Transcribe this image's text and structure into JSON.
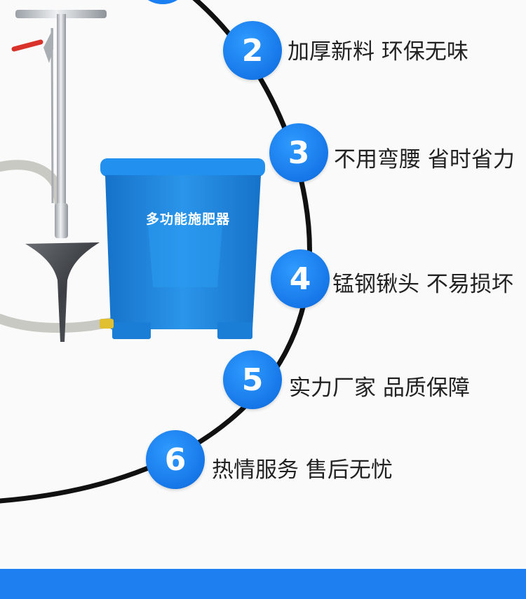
{
  "product": {
    "label": "多功能施肥器"
  },
  "features": [
    {
      "number": "2",
      "text": "加厚新料 环保无味"
    },
    {
      "number": "3",
      "text": "不用弯腰 省时省力"
    },
    {
      "number": "4",
      "text": "锰钢锹头 不易损坏"
    },
    {
      "number": "5",
      "text": "实力厂家 品质保障"
    },
    {
      "number": "6",
      "text": "热情服务 售后无忧"
    }
  ],
  "colors": {
    "accent": "#1e7ff0",
    "tank": "#1a86e0",
    "arc": "#111111",
    "handle": "#d8322a"
  }
}
